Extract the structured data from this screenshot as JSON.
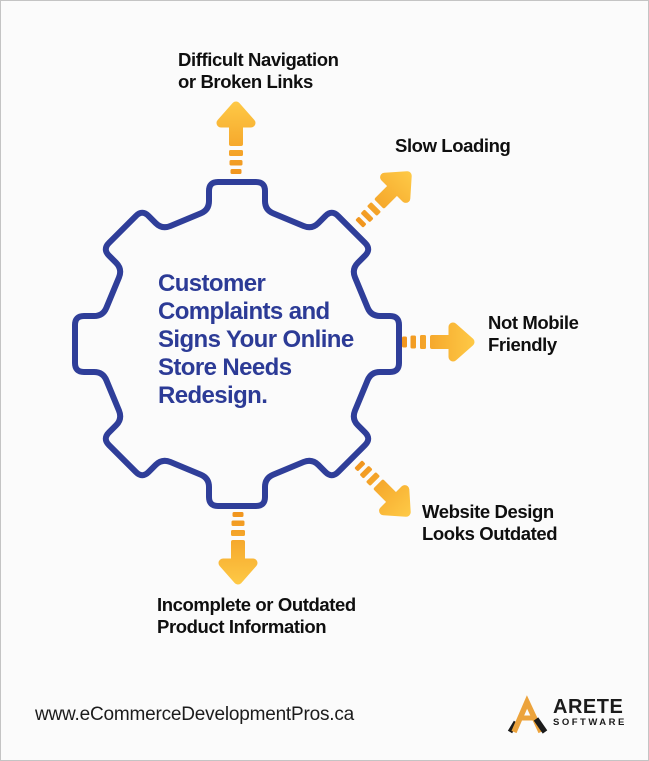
{
  "title": {
    "lines": [
      "Customer",
      "Complaints and",
      "Signs Your Online",
      "Store Needs",
      "Redesign."
    ]
  },
  "callouts": {
    "top": {
      "lines": [
        "Difficult Navigation",
        "or Broken Links"
      ]
    },
    "top_right": {
      "lines": [
        "Slow Loading"
      ]
    },
    "right": {
      "lines": [
        "Not Mobile",
        "Friendly"
      ]
    },
    "bottom_right": {
      "lines": [
        "Website Design",
        "Looks Outdated"
      ]
    },
    "bottom": {
      "lines": [
        "Incomplete or Outdated",
        "Product Information"
      ]
    }
  },
  "footer": {
    "website": "www.eCommerceDevelopmentPros.ca",
    "logo_name": "ARETE",
    "logo_sub": "SOFTWARE"
  },
  "icons": {
    "center": "gear-icon",
    "arrows": [
      "arrow-up-icon",
      "arrow-up-right-icon",
      "arrow-right-icon",
      "arrow-down-right-icon",
      "arrow-down-icon"
    ],
    "logo": "arete-logo-icon"
  },
  "colors": {
    "background": "#fbfbfb",
    "canvas_border": "#c4c4c4",
    "gear_blue": "#2f3e99",
    "title_blue": "#2c3b96",
    "label_text": "#0f0f0f",
    "arrow_gradient_start": "#F0931C",
    "arrow_gradient_end": "#FFCD49",
    "logo_orange": "#ECA33C",
    "logo_black": "#1b1b1b"
  }
}
